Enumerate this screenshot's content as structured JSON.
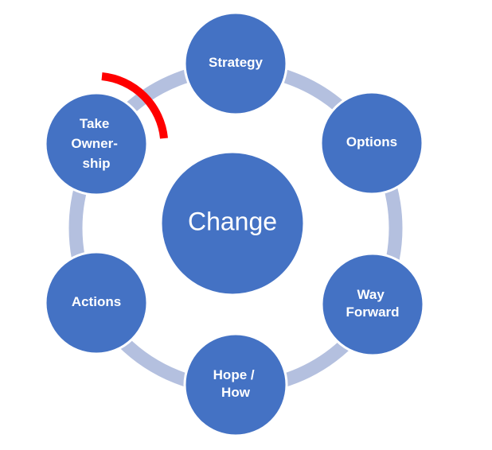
{
  "diagram": {
    "center": {
      "label": "Change"
    },
    "nodes": [
      {
        "id": "strategy",
        "lines": [
          "Strategy"
        ]
      },
      {
        "id": "options",
        "lines": [
          "Options"
        ]
      },
      {
        "id": "way-forward",
        "lines": [
          "Way",
          "Forward"
        ]
      },
      {
        "id": "hope-how",
        "lines": [
          "Hope /",
          "How"
        ]
      },
      {
        "id": "actions",
        "lines": [
          "Actions"
        ]
      },
      {
        "id": "take-ownership",
        "lines": [
          "Take",
          "Owner-",
          "ship"
        ]
      }
    ],
    "colors": {
      "node_fill": "#4472C4",
      "node_stroke": "#ffffff",
      "ring": "#B4C0DF",
      "highlight_arc": "#FF0000",
      "text": "#FFFFFF"
    }
  }
}
